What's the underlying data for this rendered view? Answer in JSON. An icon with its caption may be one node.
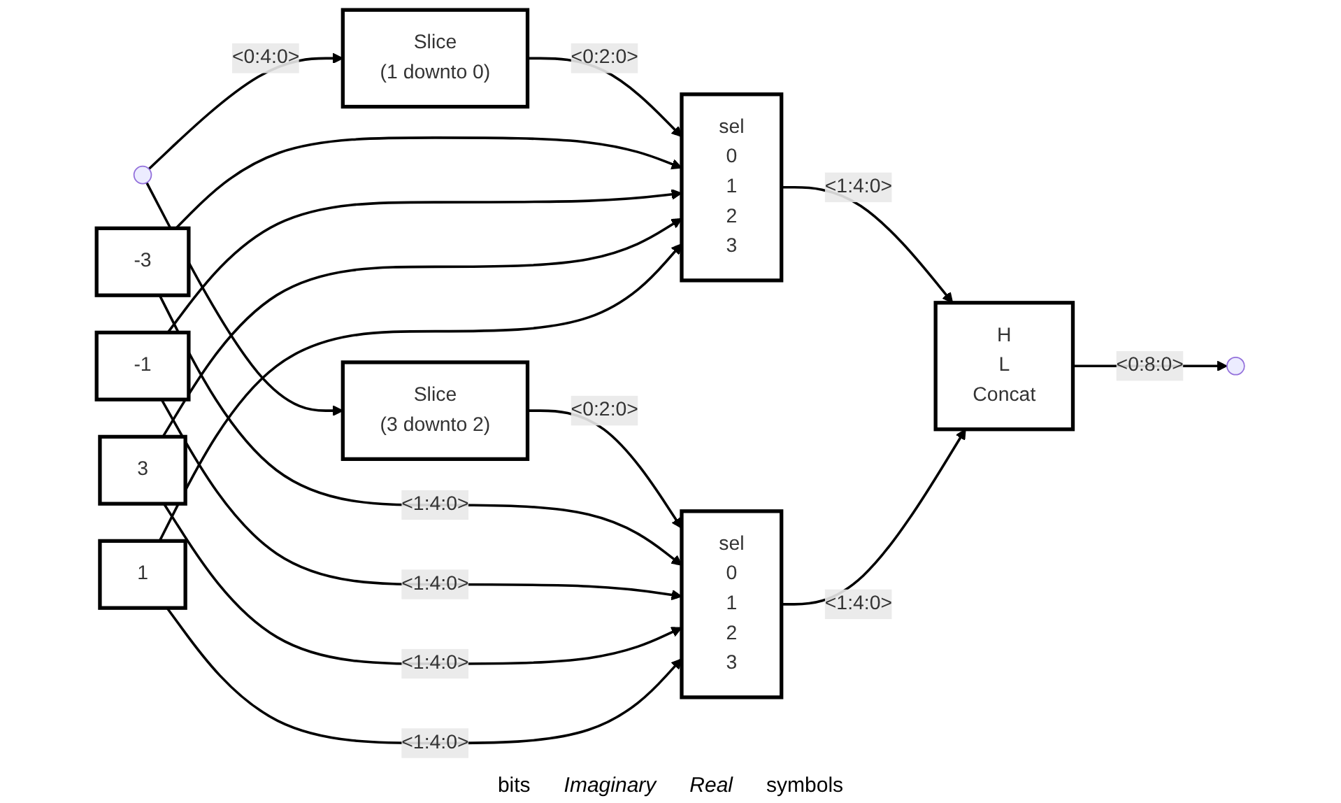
{
  "diagram": {
    "nodes": [
      {
        "text": [
          "Slice",
          "(1 downto 0)"
        ]
      },
      {
        "text": [
          "Slice",
          "(3 downto 2)"
        ]
      },
      {
        "text": [
          "-3"
        ]
      },
      {
        "text": [
          "-1"
        ]
      },
      {
        "text": [
          "3"
        ]
      },
      {
        "text": [
          "1"
        ]
      },
      {
        "text": [
          "sel",
          "0",
          "1",
          "2",
          "3"
        ]
      },
      {
        "text": [
          "sel",
          "0",
          "1",
          "2",
          "3"
        ]
      },
      {
        "text": [
          "H",
          "L",
          "Concat"
        ]
      }
    ],
    "edges": [
      {
        "from": null,
        "to": 0,
        "arrow": "to",
        "label": "<0:4:0>"
      },
      {
        "from": null,
        "to": 1,
        "arrow": "to"
      },
      {
        "from": 0,
        "to": 6,
        "arrow": "to",
        "label": "<0:2:0>"
      },
      {
        "from": 1,
        "to": 7,
        "arrow": "to",
        "label": "<0:2:0>"
      },
      {
        "from": 2,
        "to": 7,
        "arrow": "to",
        "label": "<1:4:0>"
      },
      {
        "from": 2,
        "to": 6,
        "arrow": "to"
      },
      {
        "from": 3,
        "to": 7,
        "arrow": "to",
        "label": "<1:4:0>"
      },
      {
        "from": 3,
        "to": 6,
        "arrow": "to"
      },
      {
        "from": 4,
        "to": 7,
        "arrow": "to",
        "label": "<1:4:0>"
      },
      {
        "from": 4,
        "to": 6,
        "arrow": "to"
      },
      {
        "from": 5,
        "to": 7,
        "arrow": "to",
        "label": "<1:4:0>"
      },
      {
        "from": 5,
        "to": 6,
        "arrow": "to"
      },
      {
        "from": 6,
        "to": 8,
        "arrow": "to",
        "label": "<1:4:0>"
      },
      {
        "from": 7,
        "to": 8,
        "arrow": "to",
        "label": "<1:4:0>"
      },
      {
        "from": 8,
        "to": null,
        "arrow": "to",
        "label": "<0:8:0>"
      }
    ],
    "labels": [
      "bits",
      "Imaginary",
      "Real",
      "symbols"
    ]
  }
}
